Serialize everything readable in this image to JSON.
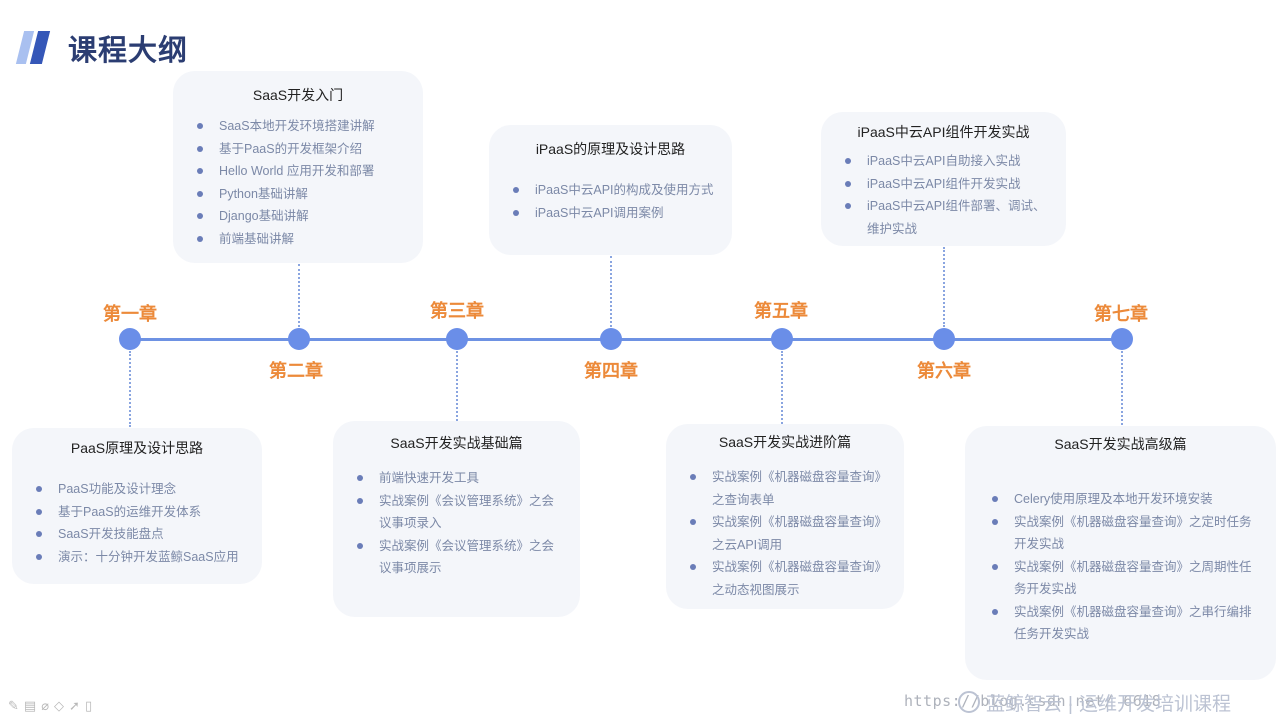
{
  "page_title": "课程大纲",
  "chapters": {
    "c1": "第一章",
    "c2": "第二章",
    "c3": "第三章",
    "c4": "第四章",
    "c5": "第五章",
    "c6": "第六章",
    "c7": "第七章"
  },
  "cards": {
    "paas": {
      "title": "PaaS原理及设计思路",
      "items": [
        "PaaS功能及设计理念",
        "基于PaaS的运维开发体系",
        "SaaS开发技能盘点",
        "演示：十分钟开发蓝鲸SaaS应用"
      ]
    },
    "saas_intro": {
      "title": "SaaS开发入门",
      "items": [
        "SaaS本地开发环境搭建讲解",
        "基于PaaS的开发框架介绍",
        "Hello World 应用开发和部署",
        "Python基础讲解",
        "Django基础讲解",
        "前端基础讲解"
      ]
    },
    "saas_basic": {
      "title": "SaaS开发实战基础篇",
      "items": [
        "前端快速开发工具",
        "实战案例《会议管理系统》之会议事项录入",
        "实战案例《会议管理系统》之会议事项展示"
      ]
    },
    "ipaas_principle": {
      "title": "iPaaS的原理及设计思路",
      "items": [
        "iPaaS中云API的构成及使用方式",
        "iPaaS中云API调用案例"
      ]
    },
    "saas_advanced": {
      "title": "SaaS开发实战进阶篇",
      "items": [
        "实战案例《机器磁盘容量查询》之查询表单",
        "实战案例《机器磁盘容量查询》之云API调用",
        "实战案例《机器磁盘容量查询》之动态视图展示"
      ]
    },
    "ipaas_api": {
      "title": "iPaaS中云API组件开发实战",
      "items": [
        "iPaaS中云API自助接入实战",
        "iPaaS中云API组件开发实战",
        "iPaaS中云API组件部署、调试、维护实战"
      ]
    },
    "saas_senior": {
      "title": "SaaS开发实战高级篇",
      "items": [
        "Celery使用原理及本地开发环境安装",
        "实战案例《机器磁盘容量查询》之定时任务开发实战",
        "实战案例《机器磁盘容量查询》之周期性任务开发实战",
        "实战案例《机器磁盘容量查询》之串行编排任务开发实战"
      ]
    }
  },
  "footer": {
    "brand": "蓝鲸智云",
    "separator": "|",
    "course": "运维开发培训课程",
    "url_watermark": "https://blog.csdn.net/            6618"
  },
  "toolbar_icons": [
    "pen-icon",
    "slides-icon",
    "eraser-icon",
    "highlighter-icon",
    "pointer-icon",
    "more-icon"
  ],
  "colors": {
    "accent_blue": "#6a8ee8",
    "chapter_orange": "#ec8a3a",
    "title_navy": "#2b3d72",
    "card_bg": "#f4f6fa"
  }
}
